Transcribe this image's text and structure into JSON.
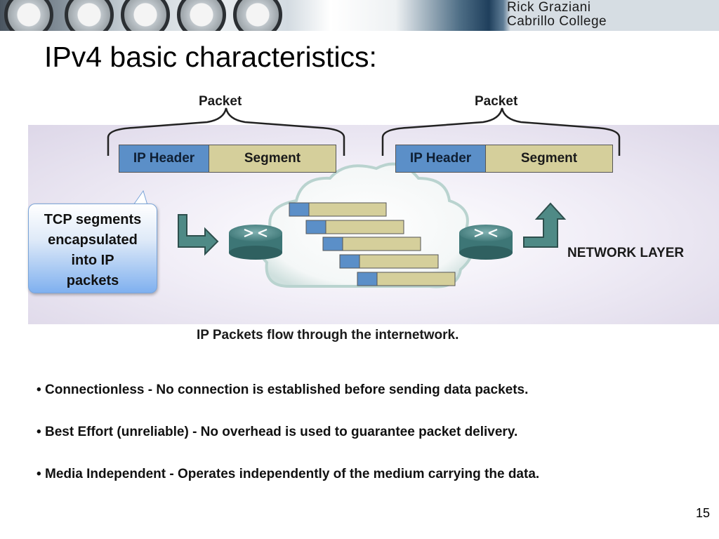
{
  "banner": {
    "line1": "Rick Graziani",
    "line2": "Cabrillo College"
  },
  "title": "IPv4 basic characteristics:",
  "figure": {
    "packet_left": {
      "label": "Packet",
      "header": "IP Header",
      "segment": "Segment"
    },
    "packet_right": {
      "label": "Packet",
      "header": "IP Header",
      "segment": "Segment"
    },
    "callout": "TCP segments\nencapsulated\ninto IP\npackets",
    "network_layer": "NETWORK LAYER",
    "caption": "IP Packets flow through the internetwork."
  },
  "bullets": [
    "Connectionless - No connection is established before sending data packets.",
    "Best Effort (unreliable) - No overhead is used to guarantee packet delivery.",
    "Media Independent - Operates independently of the medium carrying the data."
  ],
  "bullet_symbol": "•",
  "page_number": "15",
  "colors": {
    "ip_header": "#5b8fc8",
    "segment": "#d5cf9b",
    "arrow": "#4f8a86",
    "router": "#3f7f7f"
  },
  "icons": [
    "router-icon",
    "cloud-icon",
    "arrow-icon"
  ]
}
